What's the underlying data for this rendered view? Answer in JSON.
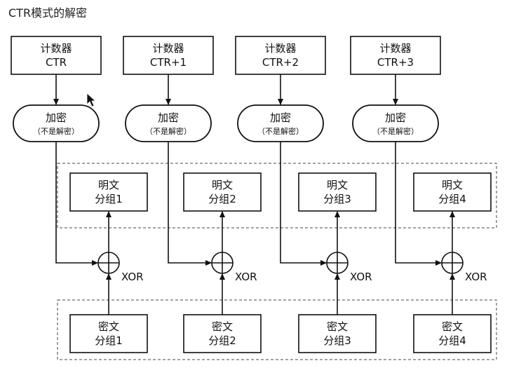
{
  "title": "CTR模式的解密",
  "columns": [
    {
      "counter": [
        "计数器",
        "CTR"
      ],
      "encrypt": [
        "加密",
        "（不是解密）"
      ],
      "plaintext": [
        "明文",
        "分组1"
      ],
      "xor": "XOR",
      "ciphertext": [
        "密文",
        "分组1"
      ]
    },
    {
      "counter": [
        "计数器",
        "CTR+1"
      ],
      "encrypt": [
        "加密",
        "（不是解密）"
      ],
      "plaintext": [
        "明文",
        "分组2"
      ],
      "xor": "XOR",
      "ciphertext": [
        "密文",
        "分组2"
      ]
    },
    {
      "counter": [
        "计数器",
        "CTR+2"
      ],
      "encrypt": [
        "加密",
        "（不是解密）"
      ],
      "plaintext": [
        "明文",
        "分组3"
      ],
      "xor": "XOR",
      "ciphertext": [
        "密文",
        "分组3"
      ]
    },
    {
      "counter": [
        "计数器",
        "CTR+3"
      ],
      "encrypt": [
        "加密",
        "（不是解密）"
      ],
      "plaintext": [
        "明文",
        "分组4"
      ],
      "xor": "XOR",
      "ciphertext": [
        "密文",
        "分组4"
      ]
    }
  ],
  "colors": {
    "stroke": "#111111",
    "dashed": "#444444",
    "background": "#ffffff"
  },
  "icons": [
    "xor-icon",
    "cursor-arrow-icon"
  ]
}
